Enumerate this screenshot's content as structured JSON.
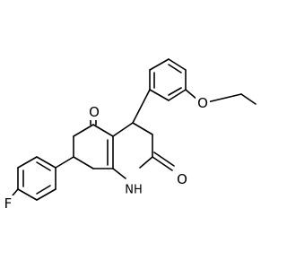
{
  "molecule": {
    "atoms": {
      "o_ketone": "O",
      "o_ether": "O",
      "o_amide": "O",
      "nh": "NH",
      "fluorine": "F"
    }
  }
}
